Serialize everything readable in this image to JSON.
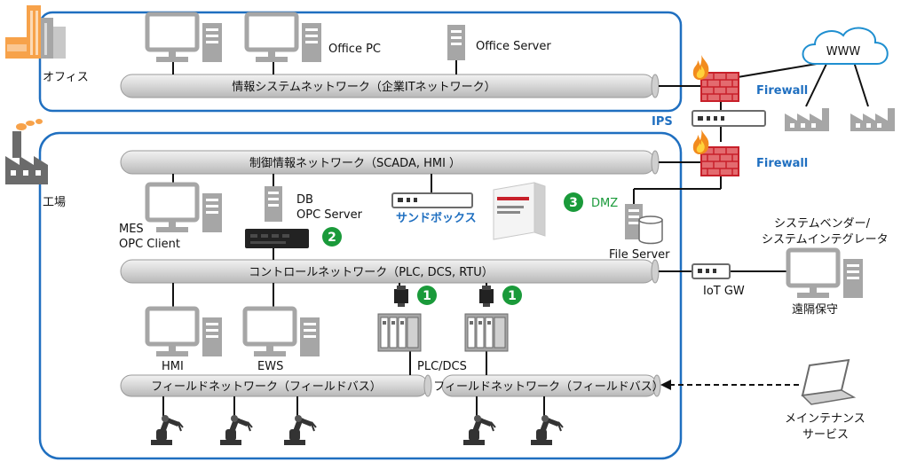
{
  "zones": {
    "office_label": "オフィス",
    "factory_label": "工場"
  },
  "buses": {
    "it": "情報システムネットワーク（企業ITネットワーク）",
    "scada": "制御情報ネットワーク（SCADA, HMI ）",
    "control": "コントロールネットワーク（PLC, DCS, RTU）",
    "field1": "フィールドネットワーク（フィールドバス）",
    "field2": "フィールドネットワーク（フィールドバス）"
  },
  "nodes": {
    "office_pc": "Office PC",
    "office_server": "Office Server",
    "www": "WWW",
    "firewall_top": "Firewall",
    "ips": "IPS",
    "firewall_bottom": "Firewall",
    "mes_line1": "MES",
    "mes_line2": "OPC Client",
    "db_line1": "DB",
    "db_line2": "OPC Server",
    "sandbox": "サンドボックス",
    "dmz": "DMZ",
    "file_server": "File Server",
    "vendor_line1": "システムベンダー/",
    "vendor_line2": "システムインテグレータ",
    "remote": "遠隔保守",
    "iot_gw": "IoT GW",
    "hmi": "HMI",
    "ews": "EWS",
    "plc_dcs": "PLC/DCS",
    "maint_line1": "メインテナンス",
    "maint_line2": "サービス"
  },
  "badges": {
    "b1a": "1",
    "b1b": "1",
    "b2": "2",
    "b3": "3"
  },
  "colors": {
    "zone_border": "#1f6fc0",
    "accent_blue": "#1f6fc0",
    "badge_green": "#1a9a3a",
    "firewall_red": "#c8202a",
    "bus_fill": "#d9d9d9"
  }
}
